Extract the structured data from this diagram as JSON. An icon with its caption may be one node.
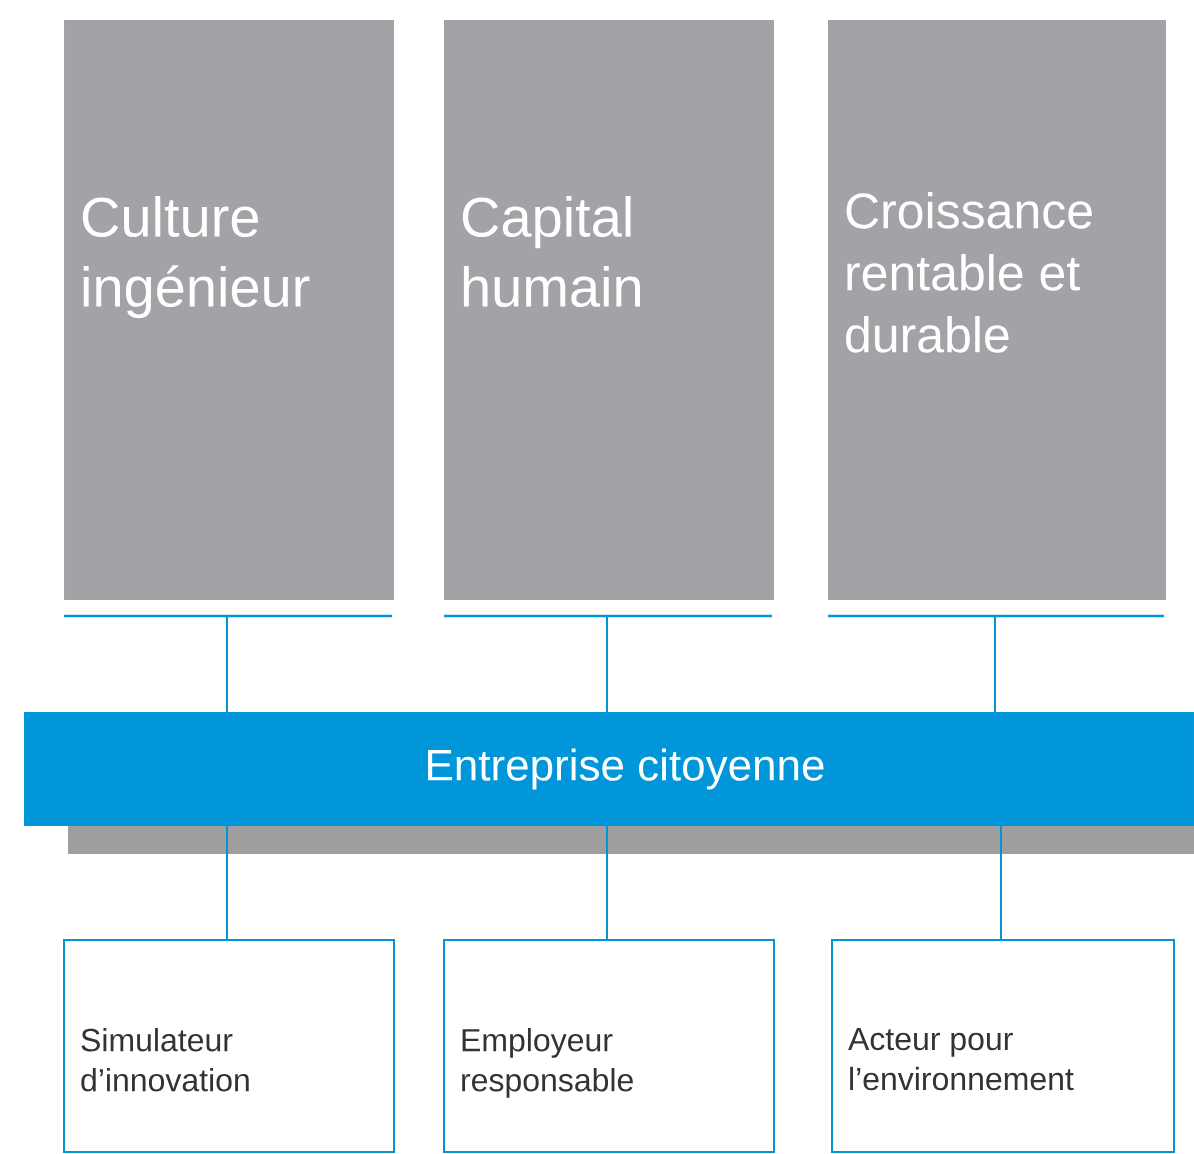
{
  "diagram": {
    "nodes": [
      {
        "text": [
          "Culture ingénieur"
        ]
      },
      {
        "text": [
          "Capital humain"
        ]
      },
      {
        "text": [
          "Croissance rentable et durable"
        ]
      },
      {
        "text": [
          "Entreprise citoyenne"
        ]
      },
      {
        "text": [
          "Simulateur d’innovation"
        ]
      },
      {
        "text": [
          "Employeur responsable"
        ]
      },
      {
        "text": [
          "Acteur pour l’environnement"
        ]
      }
    ],
    "edges": [
      {
        "from": 0,
        "to": 3,
        "arrow": "none"
      },
      {
        "from": 1,
        "to": 3,
        "arrow": "none"
      },
      {
        "from": 2,
        "to": 3,
        "arrow": "none"
      },
      {
        "from": 3,
        "to": 4,
        "arrow": "none"
      },
      {
        "from": 3,
        "to": 5,
        "arrow": "none"
      },
      {
        "from": 3,
        "to": 6,
        "arrow": "none"
      }
    ]
  }
}
